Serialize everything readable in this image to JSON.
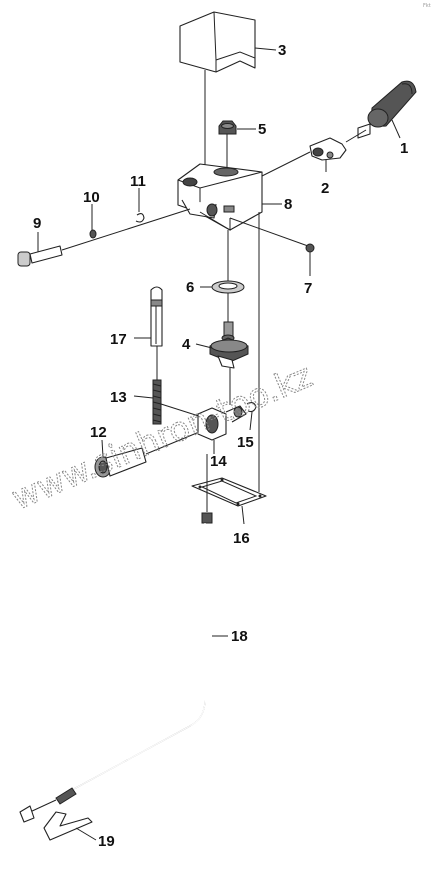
{
  "corner_mark": "Fkt",
  "watermark": "www.sinhron-too.kz",
  "part_numbers": [
    "1",
    "2",
    "3",
    "4",
    "5",
    "6",
    "7",
    "8",
    "9",
    "10",
    "11",
    "12",
    "13",
    "14",
    "15",
    "16",
    "17",
    "18",
    "19"
  ]
}
